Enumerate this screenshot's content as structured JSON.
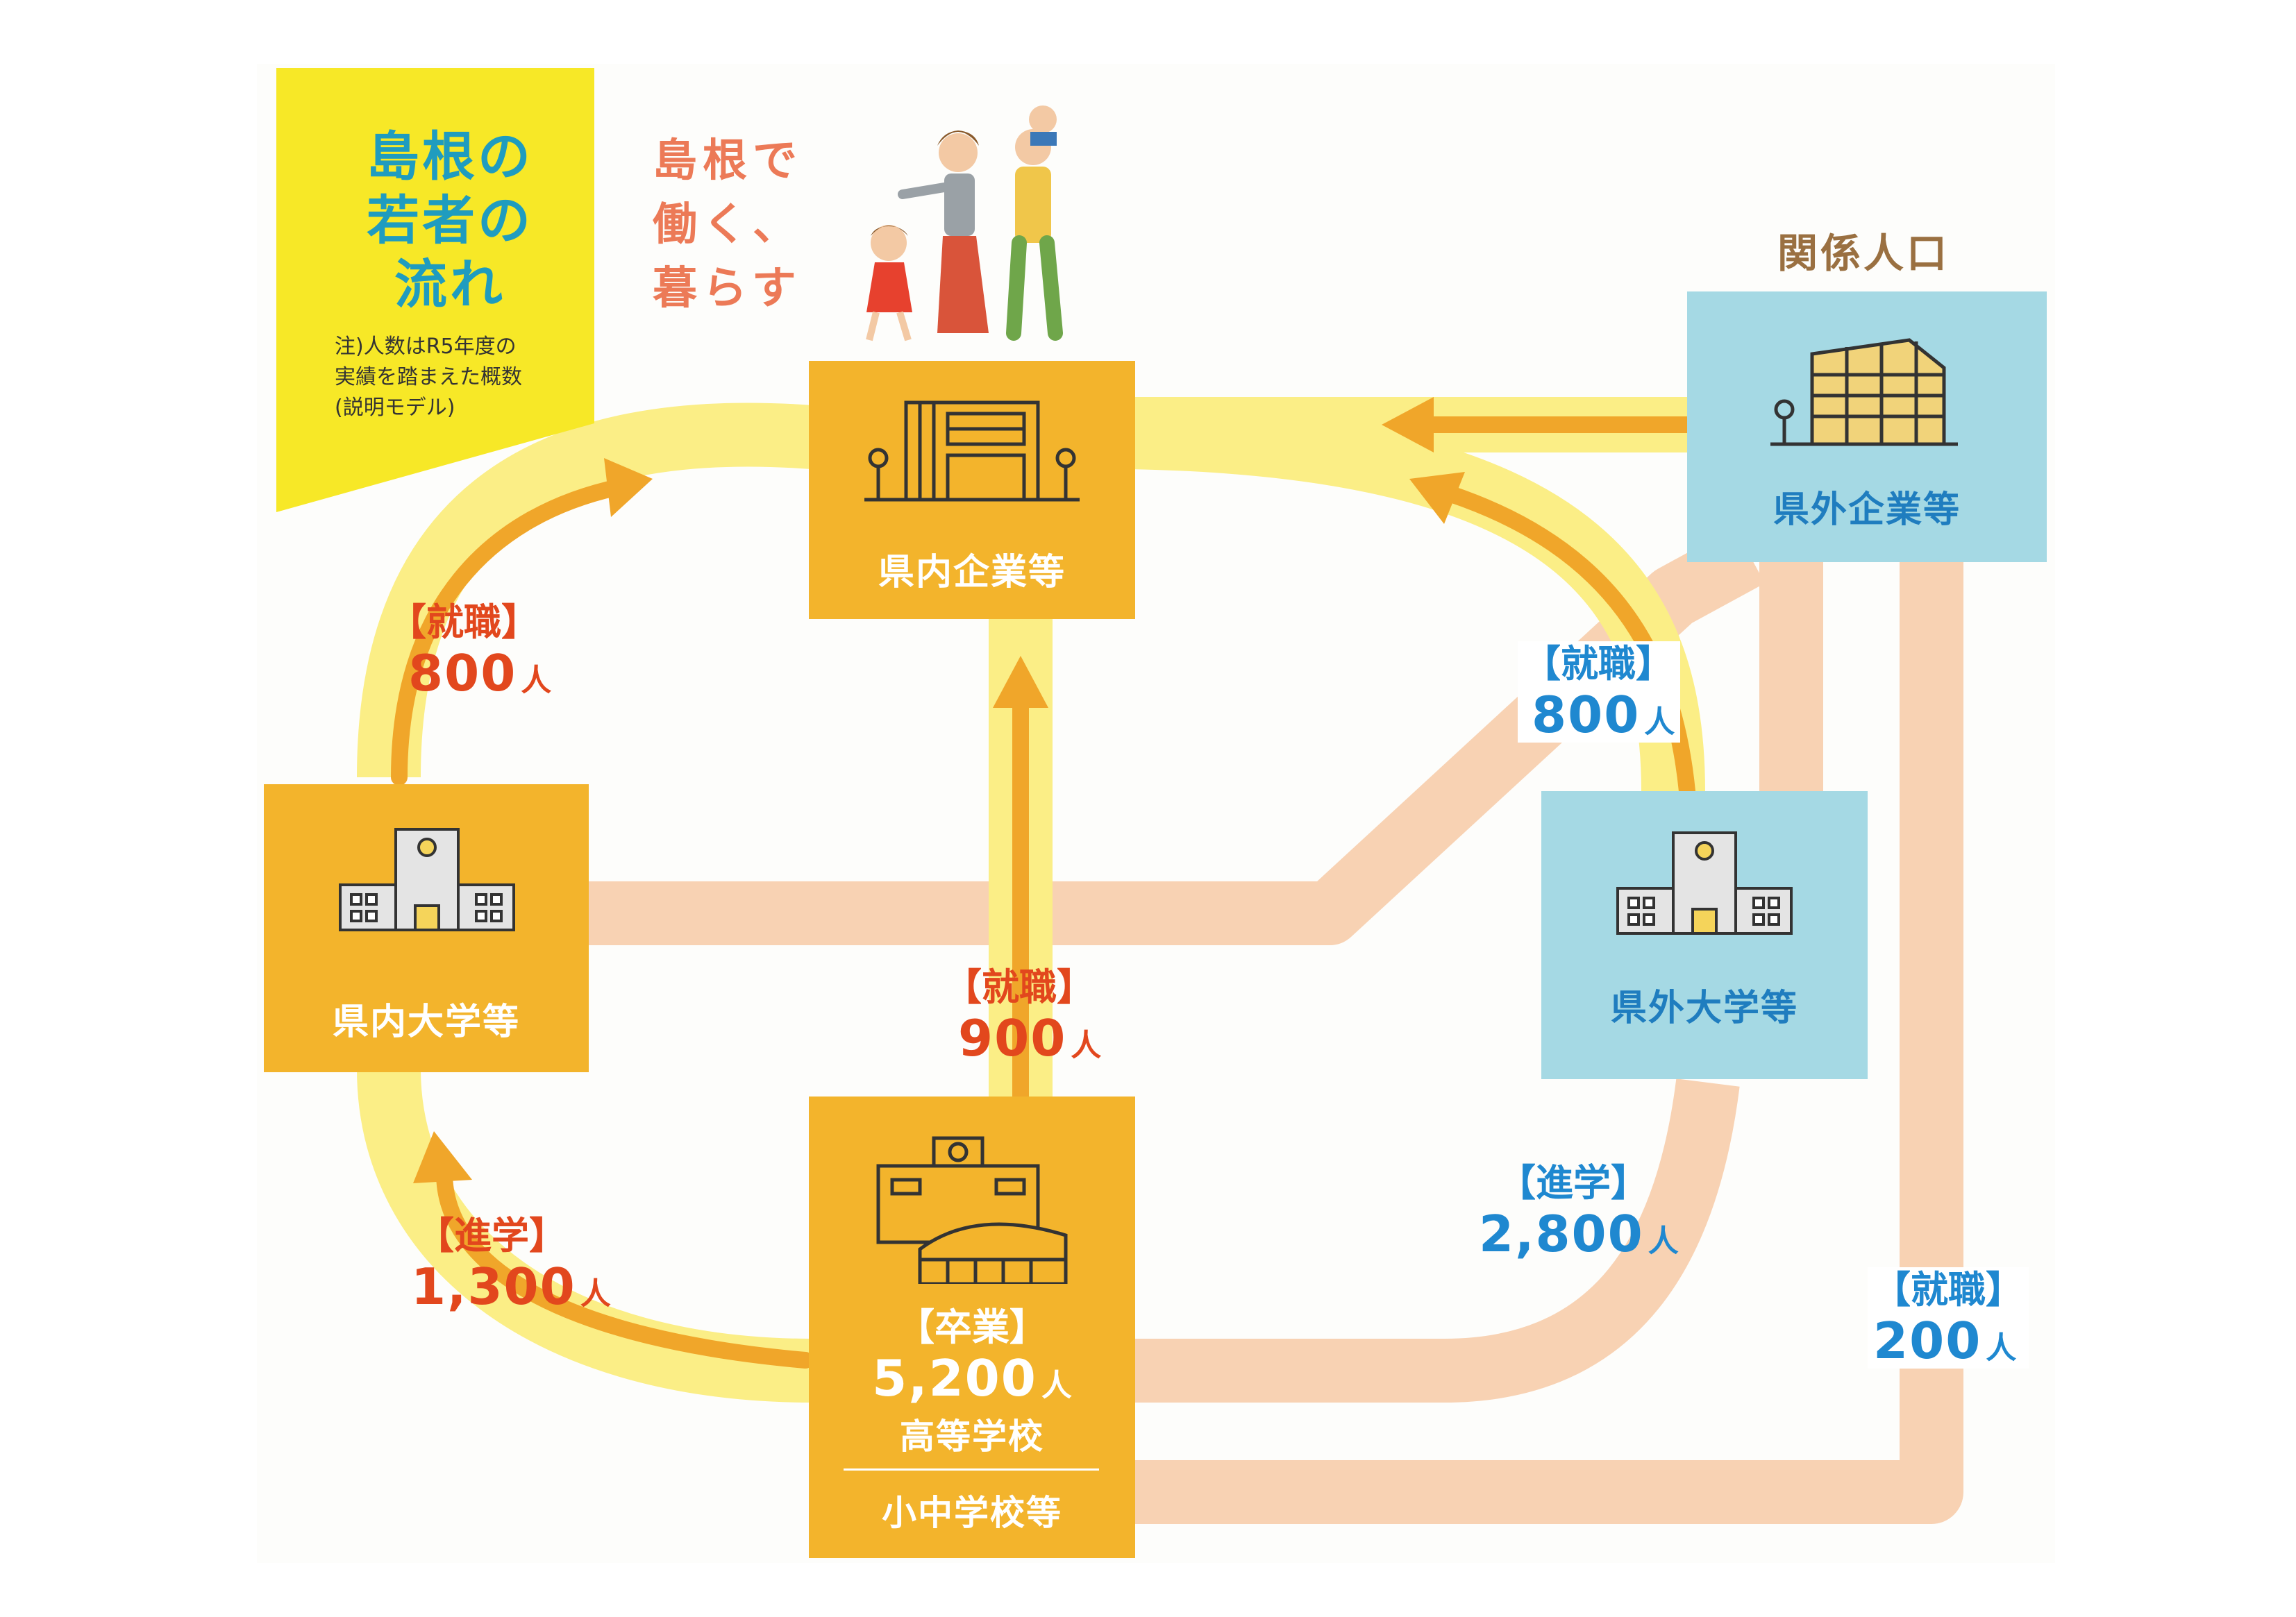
{
  "title": {
    "lines": [
      "島根の",
      "若者の",
      "流れ"
    ],
    "note_lines": [
      "注)人数はR5年度の",
      "実績を踏まえた概数",
      "(説明モデル)"
    ]
  },
  "slogan": {
    "lines": [
      "島根で",
      "働く、",
      "暮らす"
    ]
  },
  "related_population_label": "関係人口",
  "nodes": {
    "in_pref_company": "県内企業等",
    "out_pref_company": "県外企業等",
    "in_pref_university": "県内大学等",
    "out_pref_university": "県外大学等",
    "high_school": "高等学校",
    "elementary_middle": "小中学校等"
  },
  "flows": {
    "graduation": {
      "category": "【卒業】",
      "value": "5,200",
      "unit": "人"
    },
    "in_univ_to_company": {
      "category": "【就職】",
      "value": "800",
      "unit": "人"
    },
    "highschool_to_company": {
      "category": "【就職】",
      "value": "900",
      "unit": "人"
    },
    "highschool_to_in_univ": {
      "category": "【進学】",
      "value": "1,300",
      "unit": "人"
    },
    "out_univ_to_company": {
      "category": "【就職】",
      "value": "800",
      "unit": "人"
    },
    "highschool_to_out_univ": {
      "category": "【進学】",
      "value": "2,800",
      "unit": "人"
    },
    "highschool_to_out_company": {
      "category": "【就職】",
      "value": "200",
      "unit": "人"
    }
  },
  "colors": {
    "title_card": "#f7e827",
    "title_text": "#1f9cbf",
    "in_pref_box": "#f3b42c",
    "out_pref_box": "#a5d9e4",
    "in_pref_path": "#fbee86",
    "out_pref_path": "#f8d2b3",
    "arrow": "#f0a62a",
    "in_pref_number": "#e2471d",
    "out_pref_number": "#1f88d0",
    "related_population": "#9a7041"
  },
  "icons": {
    "in_pref_company": "office-building-icon",
    "out_pref_company": "glass-office-building-icon",
    "in_pref_university": "university-clocktower-icon",
    "out_pref_university": "university-clocktower-icon",
    "high_school": "school-gymnasium-icon",
    "family": "family-walking-illustration"
  }
}
